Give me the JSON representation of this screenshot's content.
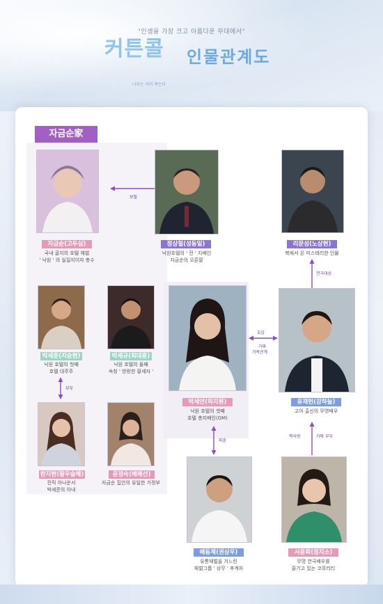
{
  "header": {
    "slogan": "\"인생을 가장 크고 아름다운 무대에서\"",
    "logo": "커튼콜",
    "logo_sub": "나우는 서서 죽는다",
    "title": "인물관계도"
  },
  "family_label": "자금순家",
  "characters": {
    "jageumsun": {
      "name": "자금순(고두심)",
      "desc": [
        "국내 굴지의 호텔 재벌",
        "' 낙원 ' 의 실질지이자 총수"
      ]
    },
    "jungsangcheol": {
      "name": "정상철(성동일)",
      "desc": [
        "낙원호텔의 ' 전 ' 지배인",
        "자금순의 오른팔"
      ]
    },
    "risangsik": {
      "name": "리문성(노상현)",
      "desc": [
        "북에서 온 미스테리한 인물"
      ]
    },
    "parkseju": {
      "name": "박세준(지승현)",
      "desc": [
        "낙원 호텔의 첫째",
        "호텔 대주주"
      ]
    },
    "parkseguk": {
      "name": "박세규(최대훈)",
      "desc": [
        "낙원 호텔의 둘째",
        "속칭 ' 방랑한 황세자 '"
      ]
    },
    "parksemi": {
      "name": "박세연(하지원)",
      "desc": [
        "낙원 호텔의 셋째",
        "호텔 총지배인(GM)"
      ]
    },
    "yujaeheon": {
      "name": "유재헌(강하늘)",
      "desc": [
        "고아 출신의 무명배우"
      ]
    },
    "hanjihyun": {
      "name": "한지현(황우슬혜)",
      "desc": [
        "전직 아나운서",
        "박세준의 아내"
      ]
    },
    "yunjeongsuk": {
      "name": "윤정숙(배해선)",
      "desc": [
        "자금순 집안의 유일한 가정부"
      ]
    },
    "baedongje": {
      "name": "배동제(권상우)",
      "desc": [
        "유통재벌을 거느린",
        "재벌그룹 ' 상무 ' 후계자"
      ]
    },
    "seoyunhee": {
      "name": "서윤희(정지소)",
      "desc": [
        "무명 연극배우를",
        "즐기고 있는 코뮤리티"
      ]
    }
  },
  "relations": {
    "boyal": "보필",
    "yeongi": "연극대상",
    "hogam": "호감",
    "gajja": "가짜",
    "gajokgwangye": "가족관계",
    "bubu1": "부부",
    "pahon": "파혼",
    "jjaksarang": "짝사랑",
    "gajjabubu": "가짜 부부"
  },
  "colors": {
    "family": "#a35fc4",
    "accent": "#7e9de0",
    "arrow": "#8a4fc0"
  }
}
